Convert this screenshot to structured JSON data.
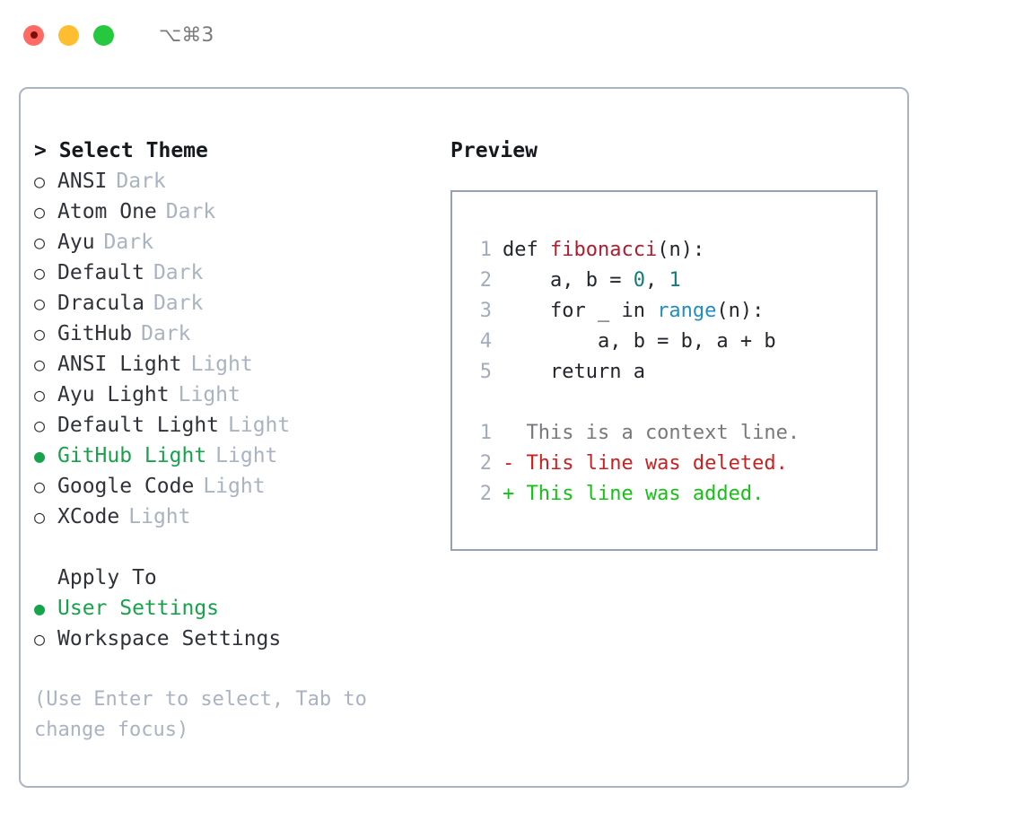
{
  "titlebar": {
    "shortcut": "⌥⌘3",
    "lights": [
      {
        "name": "close",
        "color": "#ff6b63"
      },
      {
        "name": "minimize",
        "color": "#ffbe2f"
      },
      {
        "name": "zoom",
        "color": "#26c83f"
      }
    ]
  },
  "theme_picker": {
    "header": "> Select Theme",
    "selected_marker": "●",
    "unselected_marker": "○",
    "accent_color": "#16a34a",
    "items": [
      {
        "marker": "○",
        "name": "ANSI",
        "variant": "Dark",
        "selected": false
      },
      {
        "marker": "○",
        "name": "Atom One",
        "variant": "Dark",
        "selected": false
      },
      {
        "marker": "○",
        "name": "Ayu",
        "variant": "Dark",
        "selected": false
      },
      {
        "marker": "○",
        "name": "Default",
        "variant": "Dark",
        "selected": false
      },
      {
        "marker": "○",
        "name": "Dracula",
        "variant": "Dark",
        "selected": false
      },
      {
        "marker": "○",
        "name": "GitHub",
        "variant": "Dark",
        "selected": false
      },
      {
        "marker": "○",
        "name": "ANSI Light",
        "variant": "Light",
        "selected": false
      },
      {
        "marker": "○",
        "name": "Ayu Light",
        "variant": "Light",
        "selected": false
      },
      {
        "marker": "○",
        "name": "Default Light",
        "variant": "Light",
        "selected": false
      },
      {
        "marker": "●",
        "name": "GitHub Light",
        "variant": "Light",
        "selected": true
      },
      {
        "marker": "○",
        "name": "Google Code",
        "variant": "Light",
        "selected": false
      },
      {
        "marker": "○",
        "name": "XCode",
        "variant": "Light",
        "selected": false
      }
    ]
  },
  "apply_to": {
    "title": "Apply To",
    "options": [
      {
        "marker": "●",
        "label": "User Settings",
        "selected": true
      },
      {
        "marker": "○",
        "label": "Workspace Settings",
        "selected": false
      }
    ]
  },
  "hint": "(Use Enter to select, Tab to change focus)",
  "preview": {
    "header": "Preview",
    "code_lines": [
      {
        "no": "1",
        "segments": [
          {
            "text": "def ",
            "cls": "tok-def"
          },
          {
            "text": "fibonacci",
            "cls": "tok-fn"
          },
          {
            "text": "(n):",
            "cls": "code-text"
          }
        ]
      },
      {
        "no": "2",
        "segments": [
          {
            "text": "    a, b = ",
            "cls": "code-text"
          },
          {
            "text": "0",
            "cls": "tok-num"
          },
          {
            "text": ", ",
            "cls": "code-text"
          },
          {
            "text": "1",
            "cls": "tok-num"
          }
        ]
      },
      {
        "no": "3",
        "segments": [
          {
            "text": "    for _ in ",
            "cls": "code-text"
          },
          {
            "text": "range",
            "cls": "tok-builtin"
          },
          {
            "text": "(n):",
            "cls": "code-text"
          }
        ]
      },
      {
        "no": "4",
        "segments": [
          {
            "text": "        a, b = b, a + b",
            "cls": "code-text"
          }
        ]
      },
      {
        "no": "5",
        "segments": [
          {
            "text": "    return a",
            "cls": "code-text"
          }
        ]
      }
    ],
    "diff_lines": [
      {
        "no": "1",
        "text": "  This is a context line.",
        "cls": "diff-context"
      },
      {
        "no": "2",
        "text": "- This line was deleted.",
        "cls": "diff-del"
      },
      {
        "no": "2",
        "text": "+ This line was added.",
        "cls": "diff-add"
      }
    ]
  }
}
